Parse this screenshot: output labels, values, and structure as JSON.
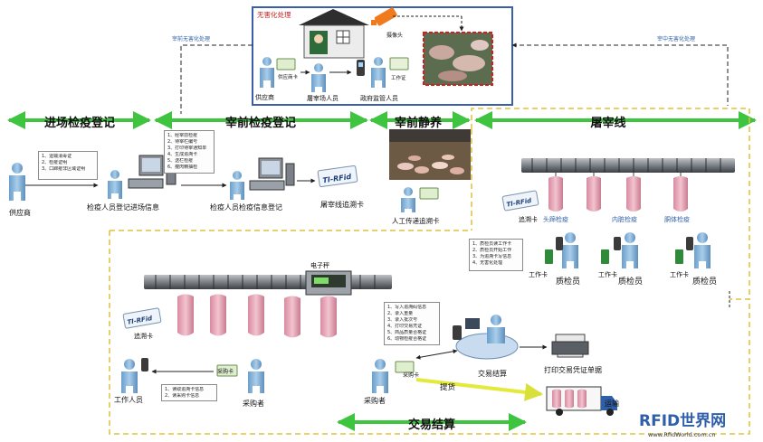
{
  "top_box": {
    "title": "无害化处理",
    "camera": "摄像头",
    "supplier_card": "供应商卡",
    "work_card": "工作证",
    "supplier": "供应商",
    "slaughter_staff": "屠宰场人员",
    "gov_staff": "政府监管人员"
  },
  "side_labels": {
    "left": "宰前无害化处理",
    "right": "宰中无害化处理"
  },
  "stages": {
    "entry": "进场检疫登记",
    "pre_inspect": "宰前检疫登记",
    "rest": "宰前静养",
    "line": "屠宰线",
    "trade": "交易结算"
  },
  "entry_notes": [
    "1、运输消毒证",
    "2、检疫证明",
    "3、口蹄疫非区域证明"
  ],
  "pre_notes": [
    "1、经宰前检疫",
    "2、待宰栏编号",
    "3、打印待宰通知单",
    "4、生成追溯卡",
    "5、送栏检疫",
    "6、瘦肉精抽检"
  ],
  "row1": {
    "supplier": "供应商",
    "register_entry": "检疫人员登记进场信息",
    "register_inspect": "检疫人员检疫信息登记",
    "trace_line": "屠宰线追溯卡",
    "trace_manual": "人工传递追溯卡",
    "tag": "TI-RFid"
  },
  "inspect_notes": [
    "1、质检员读工作卡",
    "2、质检员开始工作",
    "3、为追溯卡写信息",
    "4、无害化处理"
  ],
  "inspection": {
    "trace_card": "追溯卡",
    "head": "头蹄检疫",
    "organs": "内脏检疫",
    "carcass": "胴体检疫",
    "work_card": "工作卡",
    "inspector": "质检员"
  },
  "trade_area": {
    "scale": "电子秤",
    "trace_card": "追溯卡",
    "tag": "TI-RFid",
    "worker": "工作人员",
    "buyer_card": "采购卡",
    "buyer": "采购者",
    "buyer2": "采购者",
    "buyer_card2": "采购卡",
    "settle": "交易结算",
    "print": "打印交易凭证单据",
    "pickup": "提货",
    "transport": "运输"
  },
  "worker_notes": [
    "1、读取追溯卡信息",
    "2、读采购卡信息"
  ],
  "settle_notes": [
    "1、写入追溯码信息",
    "2、录入重量",
    "3、录入批次号",
    "4、打印交易凭证",
    "5、商品质量合格证",
    "6、动物检疫合格证"
  ],
  "logo": {
    "brand": "RFID世界网",
    "url": "www.RfidWorld.com.cn"
  }
}
